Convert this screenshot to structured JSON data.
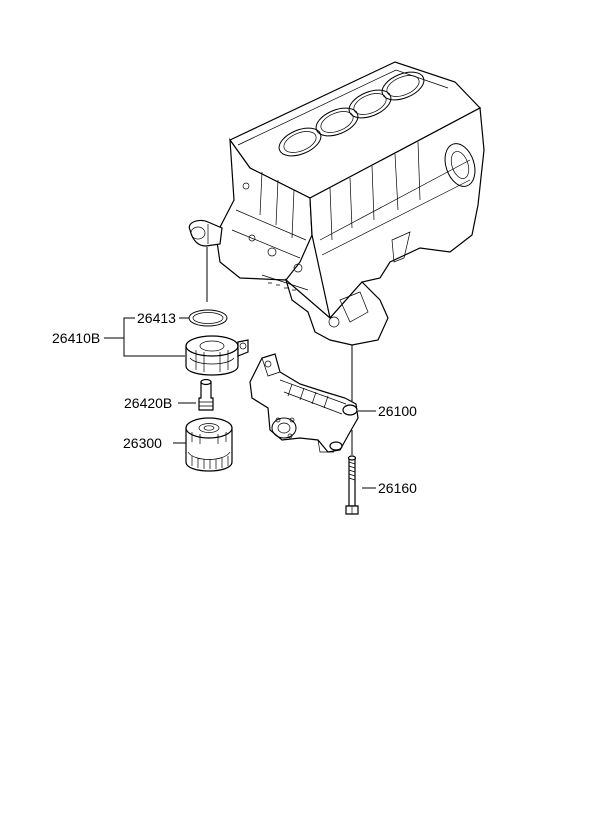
{
  "diagram": {
    "parts": [
      {
        "id": "p26413",
        "number": "26413",
        "name": "o-ring"
      },
      {
        "id": "p26410B",
        "number": "26410B",
        "name": "oil-cooler"
      },
      {
        "id": "p26420B",
        "number": "26420B",
        "name": "connector-bolt"
      },
      {
        "id": "p26300",
        "number": "26300",
        "name": "oil-filter"
      },
      {
        "id": "p26100",
        "number": "26100",
        "name": "oil-pump"
      },
      {
        "id": "p26160",
        "number": "26160",
        "name": "pump-bolt"
      }
    ]
  }
}
